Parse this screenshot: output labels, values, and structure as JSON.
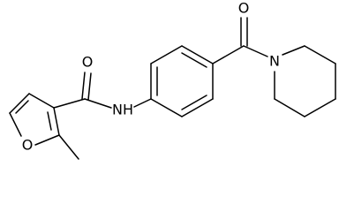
{
  "molecule": {
    "atoms": {
      "carbonyl_oxygen_top": "O",
      "amide_nitrogen": "NH",
      "furan_oxygen": "O",
      "carbonyl_oxygen_right": "O",
      "piperidine_nitrogen": "N"
    }
  },
  "colors": {
    "bond": "#000000",
    "background": "#ffffff"
  }
}
